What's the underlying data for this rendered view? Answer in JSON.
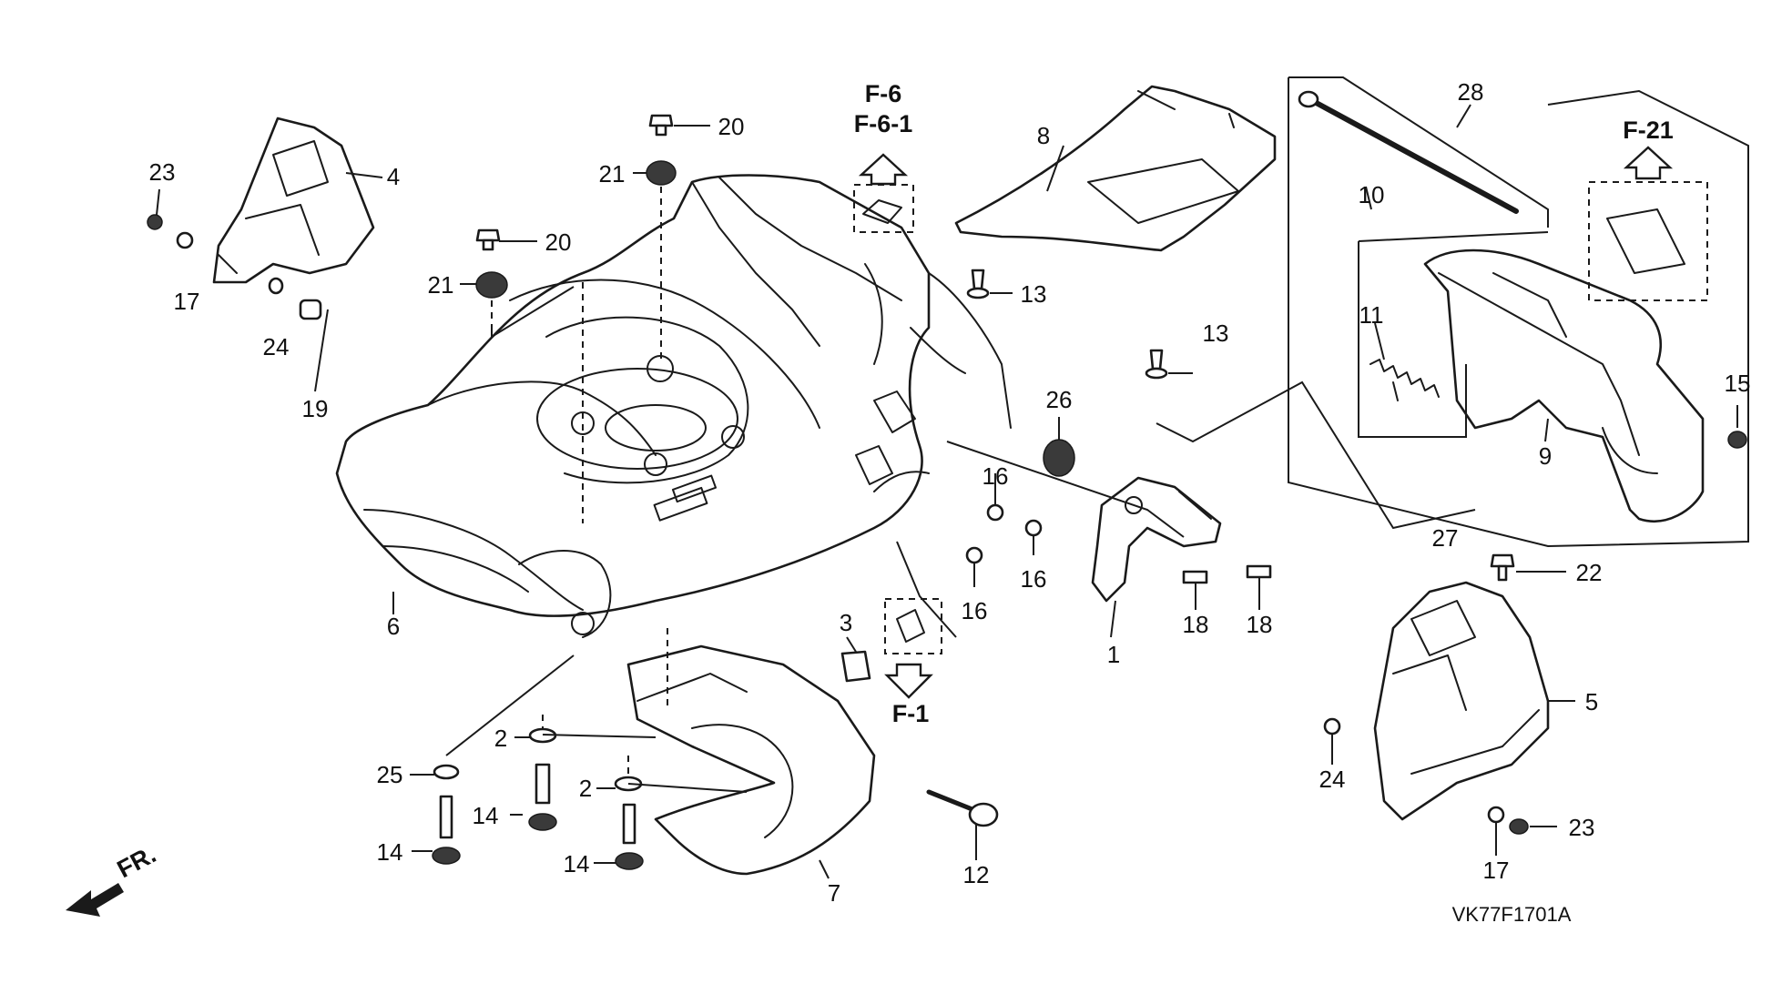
{
  "diagram_code": "VK77F1701A",
  "front_label": "FR.",
  "refs": {
    "f6": "F-6",
    "f61": "F-6-1",
    "f21": "F-21",
    "f1": "F-1"
  },
  "callouts": {
    "c1": "1",
    "c2a": "2",
    "c2b": "2",
    "c3": "3",
    "c4": "4",
    "c5": "5",
    "c6": "6",
    "c7": "7",
    "c8": "8",
    "c9": "9",
    "c10": "10",
    "c11": "11",
    "c12": "12",
    "c13a": "13",
    "c13b": "13",
    "c14a": "14",
    "c14b": "14",
    "c14c": "14",
    "c15": "15",
    "c16a": "16",
    "c16b": "16",
    "c16c": "16",
    "c17a": "17",
    "c17b": "17",
    "c18a": "18",
    "c18b": "18",
    "c19": "19",
    "c20a": "20",
    "c20b": "20",
    "c21a": "21",
    "c21b": "21",
    "c22": "22",
    "c23a": "23",
    "c23b": "23",
    "c24a": "24",
    "c24b": "24",
    "c25": "25",
    "c26": "26",
    "c27": "27",
    "c28": "28"
  }
}
